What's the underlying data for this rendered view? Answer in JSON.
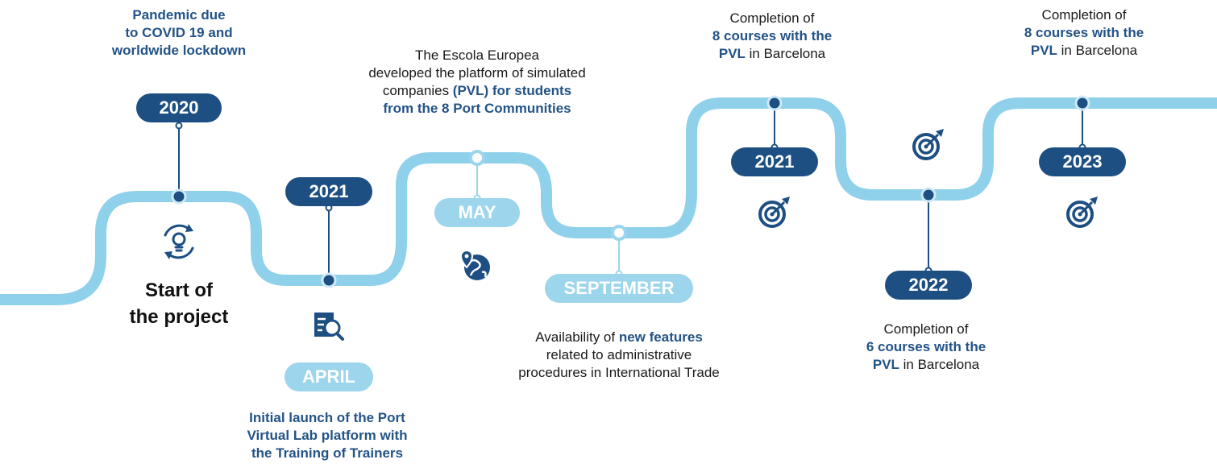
{
  "milestones": {
    "m2020": {
      "pill": "2020",
      "heading": [
        "Pandemic due",
        "to COVID 19 and",
        "worldwide lockdown"
      ],
      "label": [
        "Start of",
        "the project"
      ],
      "icon": "lightbulb-cycle-icon"
    },
    "april": {
      "pill": "2021",
      "month": "APRIL",
      "text": [
        "Initial launch of the Port",
        "Virtual Lab platform with",
        "the Training of Trainers"
      ],
      "icon": "document-search-icon"
    },
    "may": {
      "month": "MAY",
      "text_1": "The Escola Europea",
      "text_2": "developed the platform of simulated",
      "text_3a": "companies ",
      "text_3b": "(PVL) for students",
      "text_4": "from the 8 Port Communities",
      "icon": "globe-location-icon"
    },
    "september": {
      "month": "SEPTEMBER",
      "text_1a": "Availability of ",
      "text_1b": "new features",
      "text_2": "related to administrative",
      "text_3": "procedures in International Trade"
    },
    "m2021b": {
      "pill": "2021",
      "text_1": "Completion of",
      "text_2": "8 courses with the",
      "text_3a": "PVL",
      "text_3b": " in Barcelona",
      "icon": "target-icon"
    },
    "m2022": {
      "pill": "2022",
      "text_1": "Completion of",
      "text_2": "6 courses with the",
      "text_3a": "PVL",
      "text_3b": " in Barcelona",
      "icon": "target-icon"
    },
    "m2023": {
      "pill": "2023",
      "text_1": "Completion of",
      "text_2": "8 courses with the",
      "text_3a": "PVL",
      "text_3b": " in Barcelona",
      "icon": "target-icon"
    }
  },
  "colors": {
    "dark_blue": "#1d4f82",
    "light_blue": "#9cd5ec",
    "road": "#8fd0ea",
    "accent_text": "#235387"
  }
}
